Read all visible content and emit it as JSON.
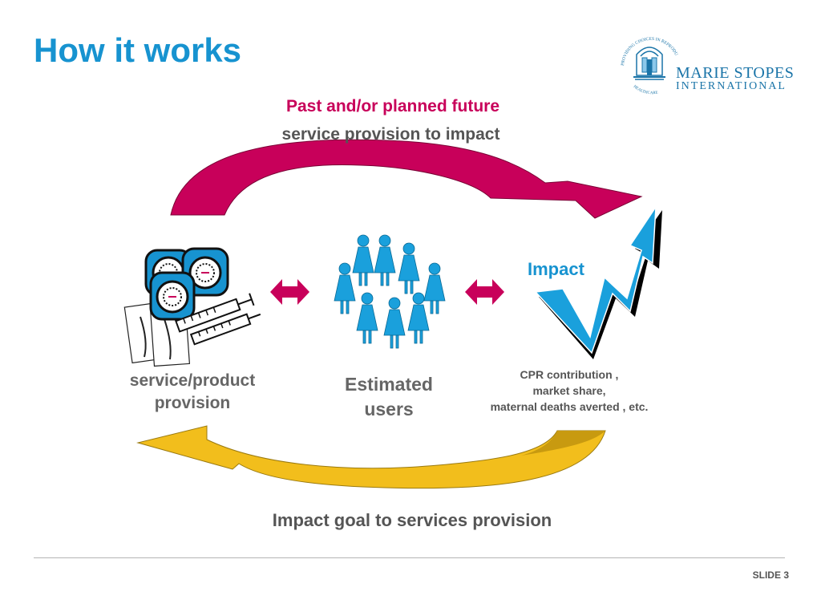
{
  "slide": {
    "title": "How it works",
    "number_label": "SLIDE 3"
  },
  "logo": {
    "name_line1": "MARIE STOPES",
    "name_line2": "INTERNATIONAL",
    "arc_text_top": "PROVIDING CHOICES IN REPRODUCTIVE",
    "arc_text_bottom": "HEALTHCARE"
  },
  "diagram": {
    "top_arrow_label_line1": "Past and/or planned future",
    "top_arrow_label_line2": "service provision to impact",
    "bottom_arrow_label": "Impact goal to services provision",
    "nodes": {
      "service": {
        "line1": "service/product",
        "line2": "provision"
      },
      "users": {
        "line1": "Estimated",
        "line2": "users"
      },
      "impact": {
        "label": "Impact",
        "metrics": [
          "CPR contribution ,",
          "market share,",
          "maternal deaths averted , etc."
        ]
      }
    }
  },
  "colors": {
    "title_blue": "#1793d0",
    "magenta": "#c8005a",
    "gold": "#f5c000",
    "gray_text": "#555555"
  },
  "icons": [
    "building-icon",
    "contraceptive-pack-icon",
    "syringe-icon",
    "woman-figure-icon",
    "double-arrow-icon",
    "trend-arrow-icon"
  ]
}
